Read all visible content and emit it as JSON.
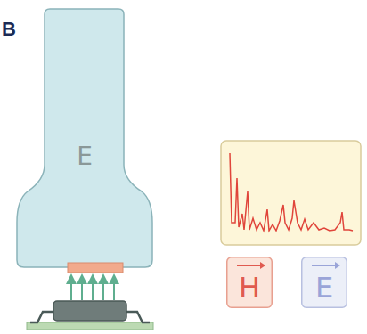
{
  "diagram": {
    "nodes": [
      {
        "text": [
          "E"
        ]
      },
      {
        "text": [
          "H"
        ]
      },
      {
        "text": [
          "E"
        ]
      }
    ],
    "labels": [
      "B"
    ]
  }
}
